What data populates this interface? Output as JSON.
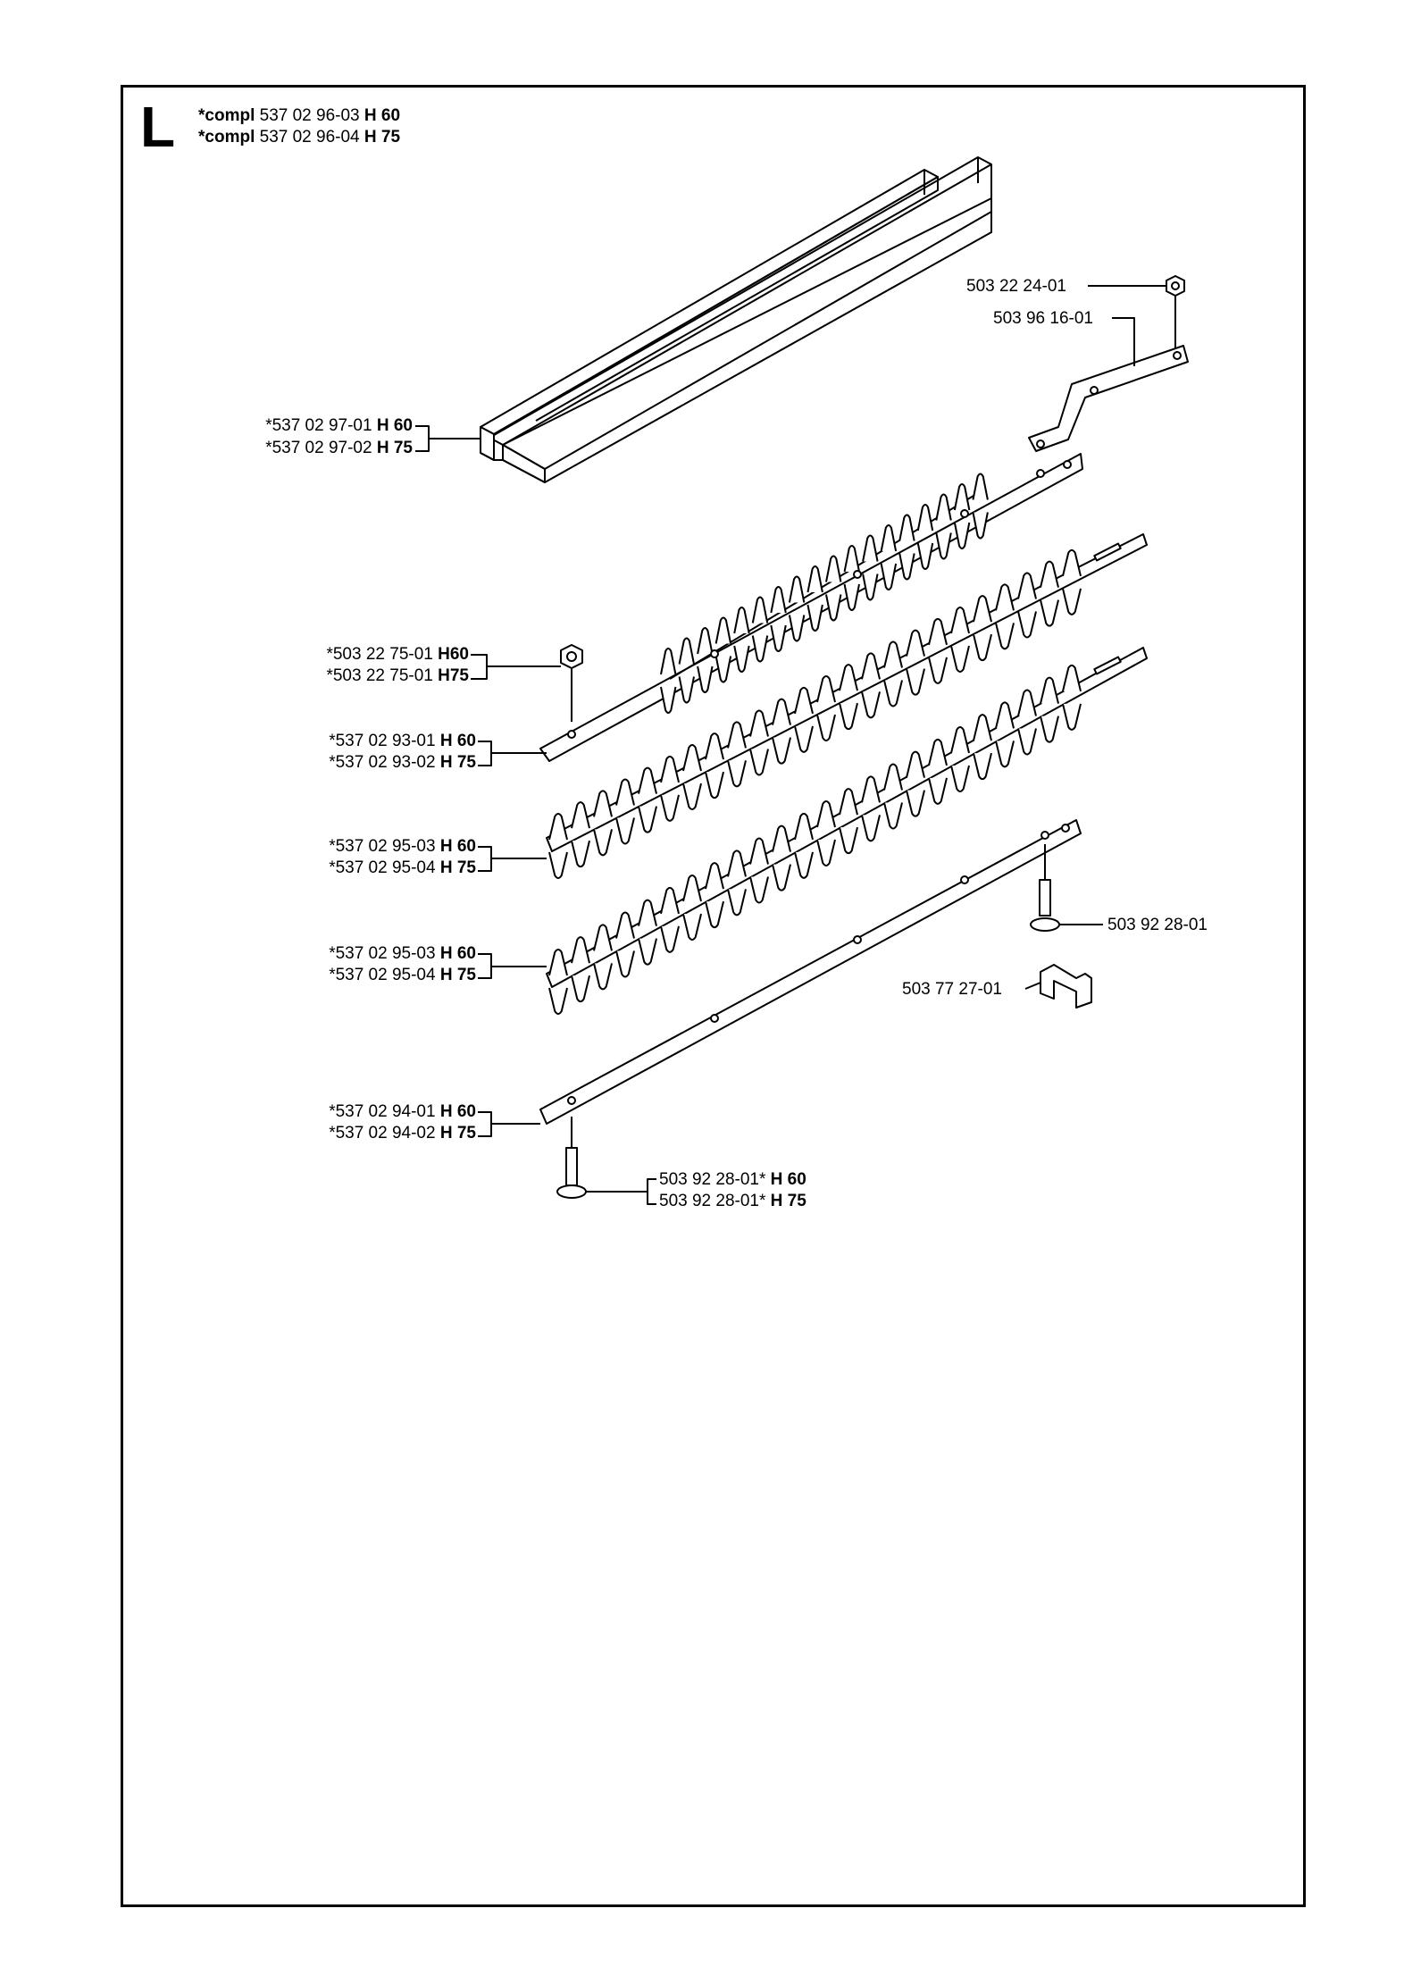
{
  "section": "L",
  "header": [
    {
      "prefix": "*compl",
      "number": "537 02 96-03",
      "variant": "H 60"
    },
    {
      "prefix": "*compl",
      "number": "537 02 96-04",
      "variant": "H 75"
    }
  ],
  "labels": {
    "nut_top": {
      "number": "503 22 24-01"
    },
    "link_arm": {
      "number": "503 96 16-01"
    },
    "guide_rail": [
      {
        "number": "*537 02 97-01",
        "variant": "H 60"
      },
      {
        "number": "*537 02 97-02",
        "variant": "H 75"
      }
    ],
    "nut_left": [
      {
        "number": "*503 22 75-01",
        "variant": "H60"
      },
      {
        "number": "*503 22 75-01",
        "variant": "H75"
      }
    ],
    "upper_blade": [
      {
        "number": "*537 02 93-01",
        "variant": "H 60"
      },
      {
        "number": "*537 02 93-02",
        "variant": "H 75"
      }
    ],
    "middle_blade_1": [
      {
        "number": "*537 02 95-03",
        "variant": "H 60"
      },
      {
        "number": "*537 02 95-04",
        "variant": "H 75"
      }
    ],
    "middle_blade_2": [
      {
        "number": "*537 02 95-03",
        "variant": "H 60"
      },
      {
        "number": "*537 02 95-04",
        "variant": "H 75"
      }
    ],
    "screw_right": {
      "number": "503 92 28-01"
    },
    "clip": {
      "number": "503 77 27-01"
    },
    "lower_bar": [
      {
        "number": "*537 02 94-01",
        "variant": "H 60"
      },
      {
        "number": "*537 02 94-02",
        "variant": "H 75"
      }
    ],
    "screw_bottom": [
      {
        "number": "503 92 28-01*",
        "variant": "H 60"
      },
      {
        "number": "503 92 28-01*",
        "variant": "H 75"
      }
    ]
  }
}
